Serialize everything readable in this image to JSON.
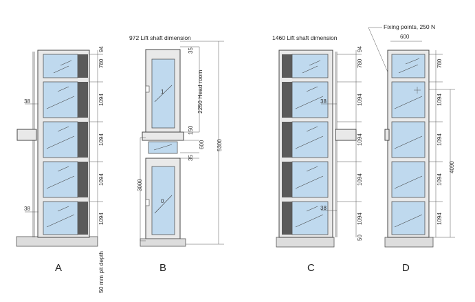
{
  "colors": {
    "glass": "#bfd9ee",
    "frame": "#e9e9e9",
    "dark_panel": "#5a5a5a",
    "line": "#444444"
  },
  "views": {
    "a": "A",
    "b": "B",
    "c": "C",
    "d": "D"
  },
  "notes": {
    "lift_shaft_b": "972 Lift shaft dimension",
    "lift_shaft_c": "1460 Lift shaft dimension",
    "fixing_points": "Fixing points, 250 N",
    "head_room": "2250 Head room",
    "pit_depth": "50 mm pit depth"
  },
  "dims": {
    "d94": "94",
    "d780": "780",
    "d1094": "1094",
    "d38": "38",
    "d35": "35",
    "d150": "150",
    "d600": "600",
    "d5300": "5300",
    "d3000": "3000",
    "d4090": "4090",
    "d50": "50"
  },
  "floors": {
    "upper": "1",
    "lower": "0"
  }
}
